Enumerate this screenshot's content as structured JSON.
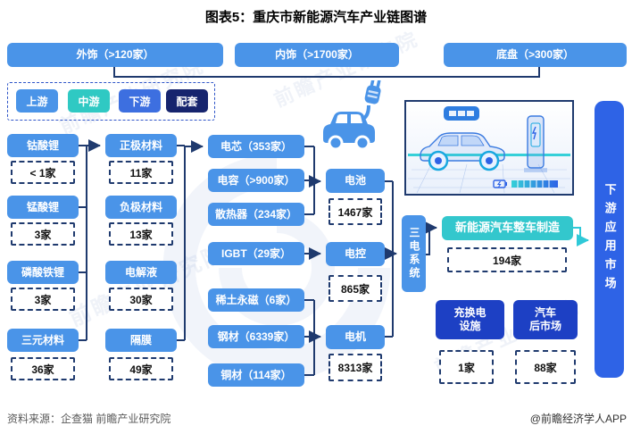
{
  "title": "图表5：重庆市新能源汽车产业链图谱",
  "colors": {
    "primary_blue": "#4a94e8",
    "teal": "#33c7cd",
    "royal_blue": "#2e63e6",
    "support_blue": "#1d40c4",
    "deep_navy": "#16246e",
    "line_navy": "#1f3a6e",
    "teal_arrow": "#2fc9d8"
  },
  "top_row": [
    {
      "label": "外饰（>120家）"
    },
    {
      "label": "内饰（>1700家）"
    },
    {
      "label": "底盘（>300家）"
    }
  ],
  "legend": {
    "items": [
      {
        "label": "上游"
      },
      {
        "label": "中游"
      },
      {
        "label": "下游"
      },
      {
        "label": "配套"
      }
    ]
  },
  "upstream_col1": [
    {
      "name": "钴酸锂",
      "count": "< 1家"
    },
    {
      "name": "锰酸锂",
      "count": "3家"
    },
    {
      "name": "磷酸铁锂",
      "count": "3家"
    },
    {
      "name": "三元材料",
      "count": "36家"
    }
  ],
  "upstream_col2": [
    {
      "name": "正极材料",
      "count": "11家"
    },
    {
      "name": "负极材料",
      "count": "13家"
    },
    {
      "name": "电解液",
      "count": "30家"
    },
    {
      "name": "隔膜",
      "count": "49家"
    }
  ],
  "components": [
    {
      "name": "电芯（353家）"
    },
    {
      "name": "电容（>900家）"
    },
    {
      "name": "散热器（234家）"
    },
    {
      "name": "IGBT（29家）"
    },
    {
      "name": "稀土永磁（6家）"
    },
    {
      "name": "钢材（6339家）"
    },
    {
      "name": "铜材（114家）"
    }
  ],
  "systems": [
    {
      "name": "电池",
      "count": "1467家"
    },
    {
      "name": "电控",
      "count": "865家"
    },
    {
      "name": "电机",
      "count": "8313家"
    }
  ],
  "san_dian_label": "三电系统",
  "assembly": {
    "label": "新能源汽车整车制造",
    "count": "194家"
  },
  "support": [
    {
      "line1": "充换电",
      "line2": "设施",
      "count": "1家"
    },
    {
      "line1": "汽车",
      "line2": "后市场",
      "count": "88家"
    }
  ],
  "downstream_label": "下游应用市场",
  "footer": {
    "source": "资料来源：企查猫 前瞻产业研究院",
    "brand": "@前瞻经济学人APP"
  },
  "watermark": "前瞻产业研究院"
}
